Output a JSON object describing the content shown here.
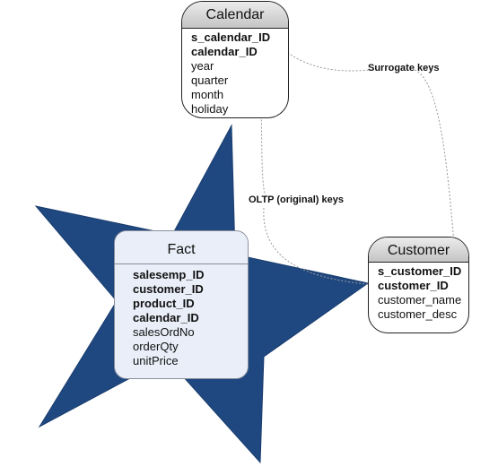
{
  "colors": {
    "star_fill": "#1f4880",
    "header_gradient_top": "#ececec",
    "header_gradient_bottom": "#c4c4c4",
    "fact_fill": "#e9eef8",
    "connector": "#999999"
  },
  "entities": {
    "calendar": {
      "title": "Calendar",
      "fields": [
        {
          "name": "s_calendar_ID",
          "key": true
        },
        {
          "name": "calendar_ID",
          "key": true
        },
        {
          "name": "year",
          "key": false
        },
        {
          "name": "quarter",
          "key": false
        },
        {
          "name": "month",
          "key": false
        },
        {
          "name": "holiday",
          "key": false
        }
      ]
    },
    "fact": {
      "title": "Fact",
      "fields": [
        {
          "name": "salesemp_ID",
          "key": true
        },
        {
          "name": "customer_ID",
          "key": true
        },
        {
          "name": "product_ID",
          "key": true
        },
        {
          "name": "calendar_ID",
          "key": true
        },
        {
          "name": "salesOrdNo",
          "key": false
        },
        {
          "name": "orderQty",
          "key": false
        },
        {
          "name": "unitPrice",
          "key": false
        }
      ]
    },
    "customer": {
      "title": "Customer",
      "fields": [
        {
          "name": "s_customer_ID",
          "key": true
        },
        {
          "name": "customer_ID",
          "key": true
        },
        {
          "name": "customer_name",
          "key": false
        },
        {
          "name": "customer_desc",
          "key": false
        }
      ]
    }
  },
  "annotations": {
    "surrogate_keys": "Surrogate keys",
    "oltp_keys": "OLTP (original) keys"
  }
}
